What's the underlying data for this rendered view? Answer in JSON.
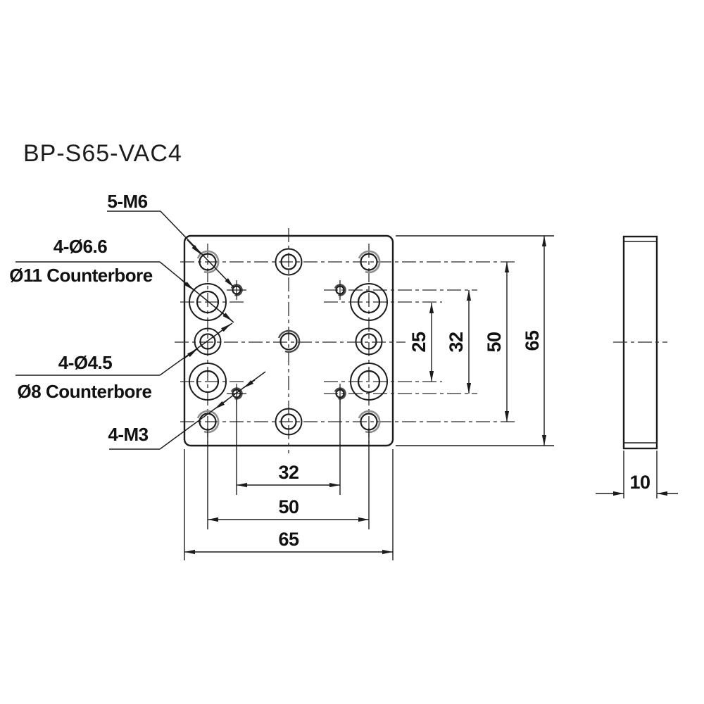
{
  "part": {
    "title": "BP-S65-VAC4"
  },
  "callouts": {
    "m6": "5-M6",
    "cb11_qty_dia": "4-Ø6.6",
    "cb11_bore": "Ø11 Counterbore",
    "cb8_qty_dia": "4-Ø4.5",
    "cb8_bore": "Ø8 Counterbore",
    "m3": "4-M3"
  },
  "dims": {
    "right": [
      "25",
      "32",
      "50",
      "65"
    ],
    "bottom": [
      "32",
      "50",
      "65"
    ],
    "thickness": "10"
  },
  "colors": {
    "line": "#1c1c1c",
    "thread_arc": "#8f8f8f",
    "background": "#ffffff"
  }
}
